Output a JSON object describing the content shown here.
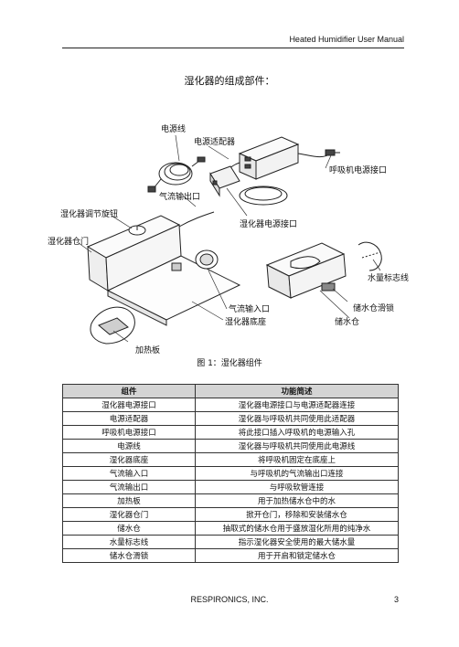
{
  "header": {
    "running_title": "Heated Humidifier User Manual"
  },
  "page_title": "湿化器的组成部件：",
  "figure": {
    "labels": {
      "power_cord": "电源线",
      "power_adapter": "电源适配器",
      "ventilator_power_port": "呼吸机电源接口",
      "air_outlet": "气流输出口",
      "humidifier_power_port": "湿化器电源接口",
      "adjust_knob": "湿化器调节旋钮",
      "humidifier_door": "湿化器仓门",
      "water_level_line": "水量标志线",
      "tank_latch": "储水仓滑锁",
      "air_inlet": "气流输入口",
      "humidifier_base": "湿化器底座",
      "water_tank": "储水仓",
      "heater_plate": "加热板"
    },
    "caption": "图 1：湿化器组件"
  },
  "table": {
    "headers": [
      "组件",
      "功能简述"
    ],
    "rows": [
      [
        "湿化器电源接口",
        "湿化器电源接口与电源适配器连接"
      ],
      [
        "电源适配器",
        "湿化器与呼吸机共同使用此适配器"
      ],
      [
        "呼吸机电源接口",
        "将此接口插入呼吸机的电源输入孔"
      ],
      [
        "电源线",
        "湿化器与呼吸机共同使用此电源线"
      ],
      [
        "湿化器底座",
        "将呼吸机固定在底座上"
      ],
      [
        "气流输入口",
        "与呼吸机的气流输出口连接"
      ],
      [
        "气流输出口",
        "与呼吸软管连接"
      ],
      [
        "加热板",
        "用于加热储水仓中的水"
      ],
      [
        "湿化器仓门",
        "掀开仓门，移除和安装储水仓"
      ],
      [
        "储水仓",
        "抽取式的储水仓用于盛放湿化所用的纯净水"
      ],
      [
        "水量标志线",
        "指示湿化器安全使用的最大储水量"
      ],
      [
        "储水仓滑锁",
        "用于开启和锁定储水仓"
      ]
    ]
  },
  "footer": {
    "company": "RESPIRONICS, INC.",
    "page_number": "3"
  }
}
